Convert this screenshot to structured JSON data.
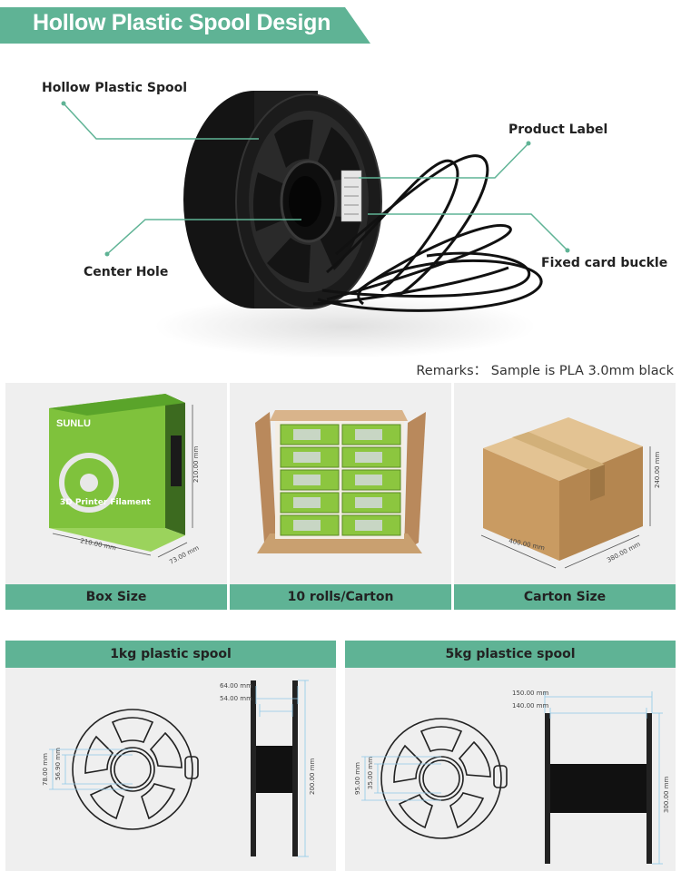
{
  "banner": {
    "title": "Hollow Plastic Spool Design",
    "color": "#5fb395"
  },
  "callouts": {
    "hollow_spool": "Hollow Plastic Spool",
    "product_label": "Product Label",
    "center_hole": "Center Hole",
    "card_buckle": "Fixed card buckle"
  },
  "remarks": "Remarks： Sample is  PLA 3.0mm black",
  "panels": [
    {
      "label": "Box Size",
      "dims": [
        "210.00 mm",
        "210.00 mm",
        "73.00 mm"
      ],
      "brand": "SUNLU",
      "product": "3D Printer Filament"
    },
    {
      "label": "10 rolls/Carton"
    },
    {
      "label": "Carton Size",
      "dims": [
        "400.00 mm",
        "380.00 mm",
        "240.00 mm"
      ]
    }
  ],
  "specs": [
    {
      "title": "1kg plastic spool",
      "dims": [
        "64.00 mm",
        "54.00 mm",
        "78.00 mm",
        "56.90 mm",
        "200.00 mm"
      ]
    },
    {
      "title": "5kg plastice spool",
      "dims": [
        "150.00 mm",
        "140.00 mm",
        "95.00 mm",
        "35.00 mm",
        "300.00 mm"
      ]
    }
  ]
}
